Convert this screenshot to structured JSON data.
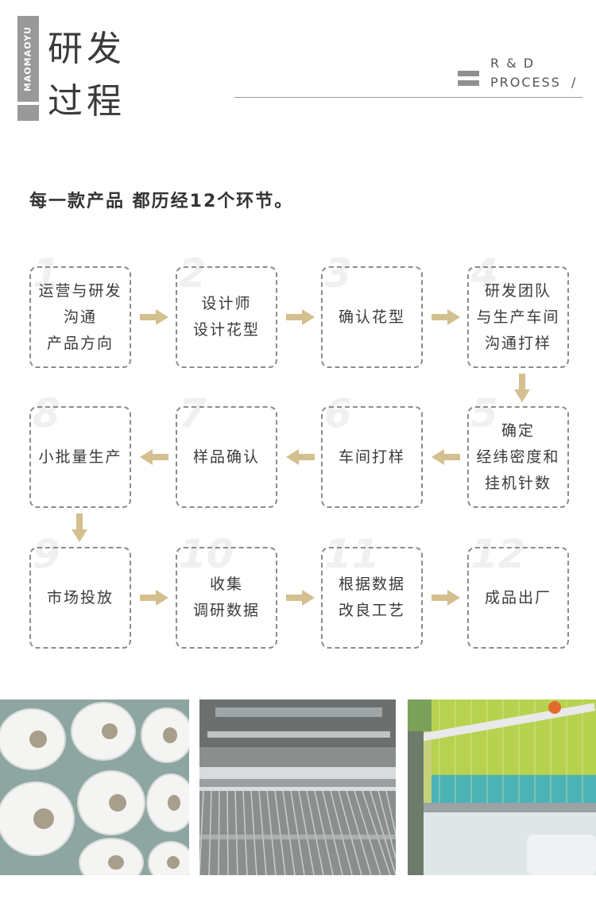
{
  "header": {
    "brand_vertical": "MAOMAOYU",
    "title_line1": "研发",
    "title_line2": "过程",
    "rd_line1": "R & D",
    "rd_line2": "PROCESS",
    "rd_slash": "/"
  },
  "subtitle": "每一款产品 都历经12个环节。",
  "steps": [
    {
      "num": "1",
      "lines": [
        "运营与研发",
        "沟通",
        "产品方向"
      ]
    },
    {
      "num": "2",
      "lines": [
        "设计师",
        "设计花型"
      ]
    },
    {
      "num": "3",
      "lines": [
        "确认花型"
      ]
    },
    {
      "num": "4",
      "lines": [
        "研发团队",
        "与生产车间",
        "沟通打样"
      ]
    },
    {
      "num": "5",
      "lines": [
        "确定",
        "经纬密度和",
        "挂机针数"
      ]
    },
    {
      "num": "6",
      "lines": [
        "车间打样"
      ]
    },
    {
      "num": "7",
      "lines": [
        "样品确认"
      ]
    },
    {
      "num": "8",
      "lines": [
        "小批量生产"
      ]
    },
    {
      "num": "9",
      "lines": [
        "市场投放"
      ]
    },
    {
      "num": "10",
      "lines": [
        "收集",
        "调研数据"
      ]
    },
    {
      "num": "11",
      "lines": [
        "根据数据",
        "改良工艺"
      ]
    },
    {
      "num": "12",
      "lines": [
        "成品出厂"
      ]
    }
  ],
  "colors": {
    "arrow": "#d4bf8f",
    "box_border": "#8c8c8c",
    "brand_gray": "#999999"
  },
  "icons": {
    "flow_arrow": "arrow-icon",
    "rd_mark": "double-bar-icon"
  },
  "photos": [
    {
      "name": "yarn-spools-photo"
    },
    {
      "name": "loom-threads-photo"
    },
    {
      "name": "jacquard-loom-photo"
    }
  ]
}
